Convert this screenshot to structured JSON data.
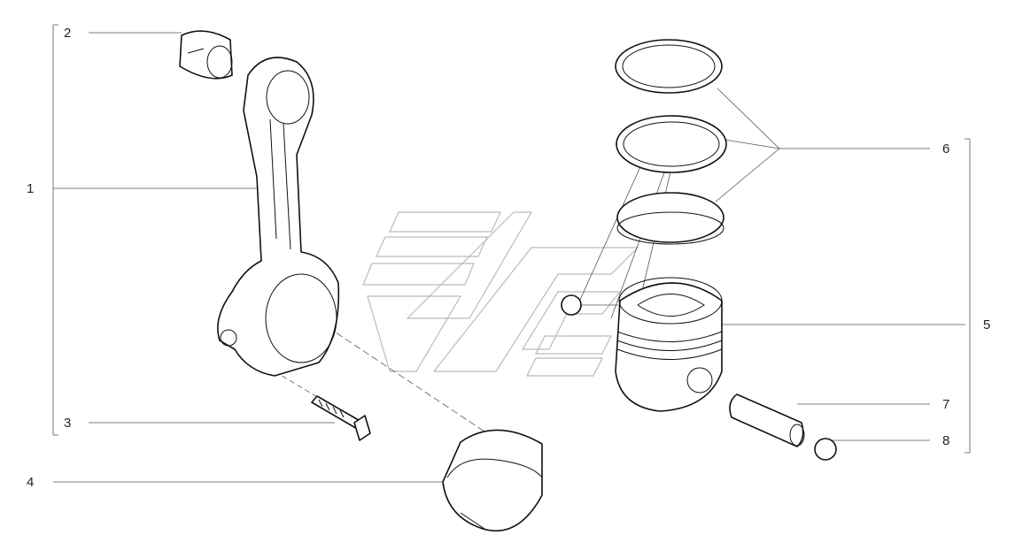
{
  "labels": {
    "l1": "1",
    "l2": "2",
    "l3": "3",
    "l4": "4",
    "l5": "5",
    "l6": "6",
    "l7": "7",
    "l8": "8"
  },
  "parts": [
    {
      "ref": "1",
      "icon": "connecting-rod-assembly-icon"
    },
    {
      "ref": "2",
      "icon": "small-end-bushing-icon"
    },
    {
      "ref": "3",
      "icon": "cap-bolt-icon"
    },
    {
      "ref": "4",
      "icon": "big-end-bearing-shell-icon"
    },
    {
      "ref": "5",
      "icon": "piston-assembly-icon"
    },
    {
      "ref": "6",
      "icon": "piston-ring-set-icon"
    },
    {
      "ref": "7",
      "icon": "piston-pin-icon"
    },
    {
      "ref": "8",
      "icon": "circlip-icon"
    }
  ],
  "colors": {
    "line": "#111111",
    "leader": "#555555",
    "watermark": "#bbbbbb",
    "background": "#ffffff"
  }
}
